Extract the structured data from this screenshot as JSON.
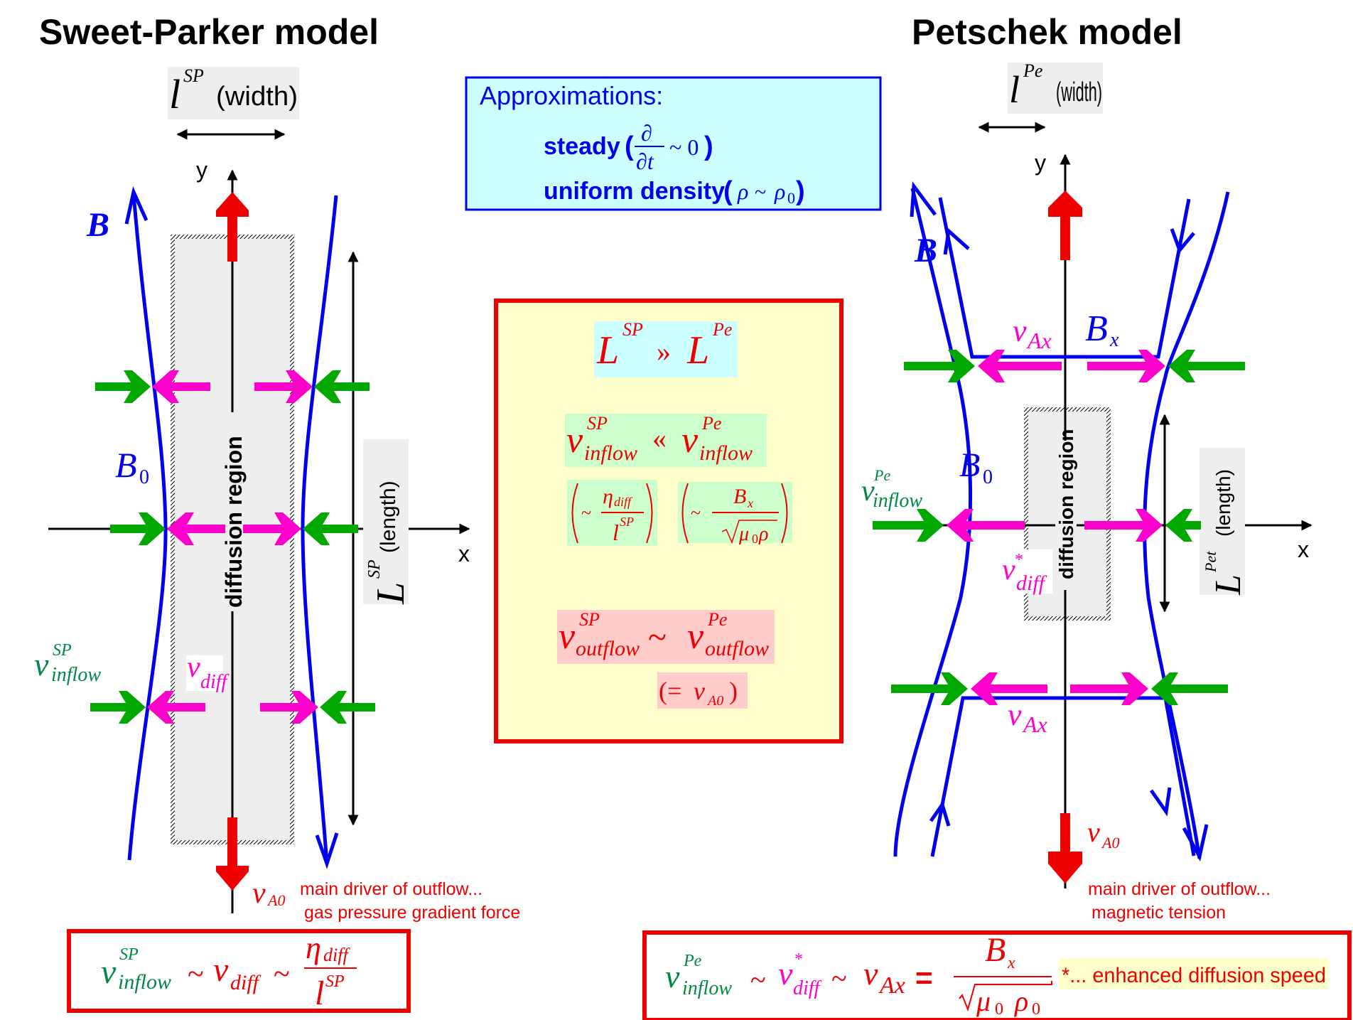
{
  "colors": {
    "field_line": "#0000ee",
    "inflow_arrow": "#00a800",
    "diff_arrow": "#ff00cc",
    "outflow_arrow": "#ee0000",
    "inflow_text": "#008844",
    "formula_red": "#ee0000",
    "box_border_red": "#ee0000",
    "approx_bg": "#ccffff",
    "approx_border": "#0000ee",
    "center_bg": "#ffffcc",
    "highlight_cyan": "#ccffff",
    "highlight_green": "#ccffcc",
    "highlight_pink": "#ffcccc",
    "highlight_yellow": "#ffffcc",
    "diffusion_fill": "#eeeeee"
  },
  "sweet_parker": {
    "title": "Sweet-Parker model",
    "width_label": {
      "symbol": "l",
      "sup": "SP",
      "text": "(width)"
    },
    "length_label": {
      "symbol": "L",
      "sup": "SP",
      "text": "(length)"
    },
    "axis_y": "y",
    "axis_x": "x",
    "field_label": "B",
    "field0_label": {
      "symbol": "B",
      "sub": "0"
    },
    "diffusion_region": "diffusion region",
    "inflow_label": {
      "symbol": "v",
      "sup": "SP",
      "sub": "inflow"
    },
    "diff_label": {
      "symbol": "v",
      "sub": "diff"
    },
    "outflow_label": {
      "symbol": "v",
      "sub": "A0"
    },
    "driver_line1": "main driver of outflow...",
    "driver_line2": "gas pressure gradient force",
    "formula": {
      "lhs": {
        "symbol": "v",
        "sup": "SP",
        "sub": "inflow"
      },
      "tilde1": "~",
      "mid": {
        "symbol": "v",
        "sub": "diff"
      },
      "tilde2": "~",
      "num": {
        "symbol": "η",
        "sub": "diff"
      },
      "den": {
        "symbol": "l",
        "sup": "SP"
      }
    }
  },
  "petschek": {
    "title": "Petschek model",
    "width_label": {
      "symbol": "l",
      "sup": "Pe",
      "text": "(width)"
    },
    "length_label": {
      "symbol": "L",
      "sup": "Pet",
      "text": "(length)"
    },
    "axis_y": "y",
    "axis_x": "x",
    "field_label": "B",
    "field0_label": {
      "symbol": "B",
      "sub": "0"
    },
    "bx_label": {
      "symbol": "B",
      "sub": "x"
    },
    "vax_label_top": {
      "symbol": "v",
      "sub": "Ax"
    },
    "vax_label_bottom": {
      "symbol": "v",
      "sub": "Ax"
    },
    "diffusion_region": "diffusion region",
    "inflow_label": {
      "symbol": "v",
      "sup": "Pe",
      "sub": "inflow"
    },
    "diff_label": {
      "symbol": "v",
      "sup": "*",
      "sub": "diff"
    },
    "outflow_label": {
      "symbol": "v",
      "sub": "A0"
    },
    "driver_line1": "main driver of outflow...",
    "driver_line2": "magnetic tension",
    "formula": {
      "lhs": {
        "symbol": "v",
        "sup": "Pe",
        "sub": "inflow"
      },
      "tilde1": "~",
      "mid": {
        "symbol": "v",
        "sup": "*",
        "sub": "diff"
      },
      "tilde2": "~",
      "vax": {
        "symbol": "v",
        "sub": "Ax"
      },
      "equals": "=",
      "num": {
        "symbol": "B",
        "sub": "x"
      },
      "den": {
        "mu": "μ",
        "mu_sub": "0",
        "rho": "ρ",
        "rho_sub": "0"
      },
      "note": "*... enhanced diffusion speed"
    }
  },
  "approximations": {
    "heading": "Approximations:",
    "steady_word": "steady",
    "steady_expr": {
      "open": "(",
      "num": "∂",
      "den": "∂t",
      "rest": "~ 0",
      "close": ")"
    },
    "density_word": "uniform density",
    "density_expr": {
      "open": "(",
      "rho": "ρ",
      "tilde": "~",
      "rho0": "ρ",
      "rho0_sub": "0",
      "close": ")"
    }
  },
  "comparison": {
    "length": {
      "lhs": "L",
      "lhs_sup": "SP",
      "op": "»",
      "rhs": "L",
      "rhs_sup": "Pe"
    },
    "inflow": {
      "lhs": "v",
      "lhs_sup": "SP",
      "lhs_sub": "inflow",
      "op": "«",
      "rhs": "v",
      "rhs_sup": "Pe",
      "rhs_sub": "inflow"
    },
    "sp_expr": {
      "tilde": "~",
      "num": "η",
      "num_sub": "diff",
      "den": "l",
      "den_sup": "SP"
    },
    "pe_expr": {
      "tilde": "~",
      "num": "B",
      "num_sub": "x",
      "den_mu": "μ",
      "den_mu_sub": "0",
      "den_rho": "ρ"
    },
    "outflow": {
      "lhs": "v",
      "lhs_sup": "SP",
      "lhs_sub": "outflow",
      "op": "~",
      "rhs": "v",
      "rhs_sup": "Pe",
      "rhs_sub": "outflow"
    },
    "va0": {
      "prefix": "(= ",
      "symbol": "v",
      "sub": "A0",
      "suffix": " )"
    }
  }
}
